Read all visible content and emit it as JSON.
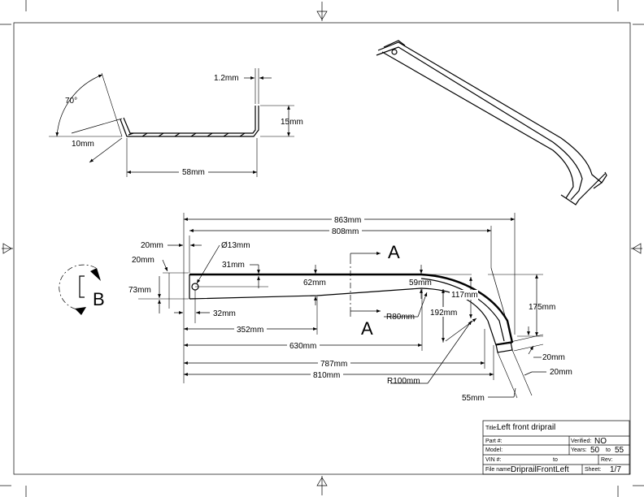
{
  "drawing": {
    "section_view": {
      "angle": "70°",
      "flange_left": "10mm",
      "thickness": "1.2mm",
      "height": "15mm",
      "width": "58mm"
    },
    "plan_view": {
      "dims": {
        "overall_863": "863mm",
        "overall_808": "808mm",
        "d20_top": "20mm",
        "hole": "Ø13mm",
        "d20_left": "20mm",
        "d31": "31mm",
        "d62": "62mm",
        "d59": "59mm",
        "d73": "73mm",
        "d117": "117mm",
        "d175": "175mm",
        "r80": "R80mm",
        "d192": "192mm",
        "d32": "32mm",
        "d352": "352mm",
        "d630": "630mm",
        "d787": "787mm",
        "d810": "810mm",
        "r100": "R100mm",
        "d20_right_a": "20mm",
        "d20_right_b": "20mm",
        "d55": "55mm"
      },
      "section_marker_top": "A",
      "section_marker_bottom": "A",
      "view_marker": "B"
    }
  },
  "title_block": {
    "title_label": "Title:",
    "title_value": "Left front driprail",
    "part_label": "Part #:",
    "part_value": "",
    "verified_label": "Verified:",
    "verified_value": "NO",
    "model_label": "Model:",
    "model_value": "",
    "years_label": "Years:",
    "years_from": "50",
    "years_to_label": "to",
    "years_to": "55",
    "vin_label": "VIN #:",
    "vin_to": "to",
    "rev_label": "Rev:",
    "rev_value": "",
    "file_label": "File name:",
    "file_value": "DriprailFrontLeft",
    "sheet_label": "Sheet:",
    "sheet_value": "1/7"
  }
}
